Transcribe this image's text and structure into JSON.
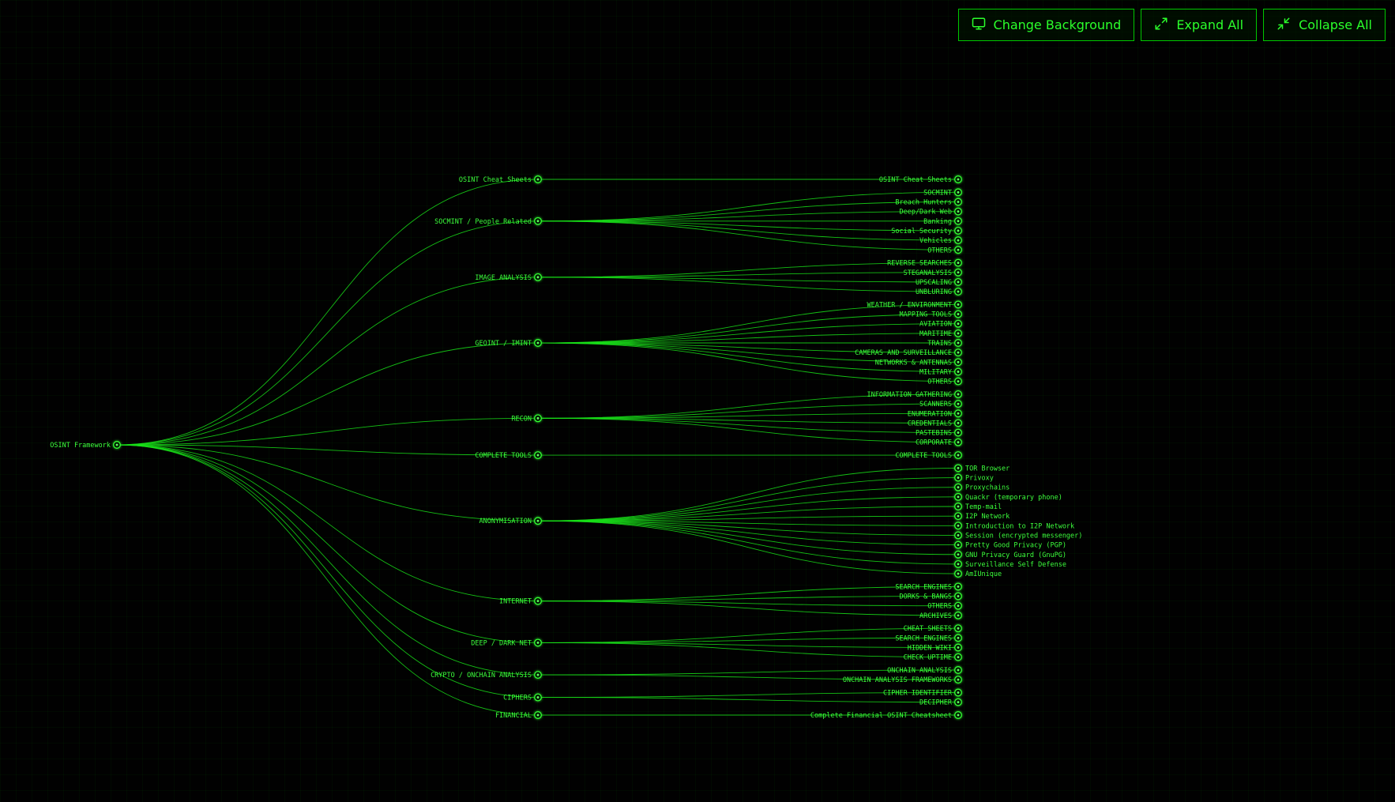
{
  "toolbar": {
    "change_background": "Change Background",
    "expand_all": "Expand All",
    "collapse_all": "Collapse All"
  },
  "colors": {
    "accent": "#00ff00",
    "link": "#19e019",
    "background": "#010101"
  },
  "tree": {
    "root": "OSINT Framework",
    "branches": [
      {
        "label": "OSINT Cheat Sheets",
        "children": [
          "OSINT Cheat Sheets"
        ]
      },
      {
        "label": "SOCMINT / People Related",
        "children": [
          "SOCMINT",
          "Breach Hunters",
          "Deep/Dark Web",
          "Banking",
          "Social Security",
          "Vehicles",
          "OTHERS"
        ]
      },
      {
        "label": "IMAGE ANALYSIS",
        "children": [
          "REVERSE SEARCHES",
          "STEGANALYSIS",
          "UPSCALING",
          "UNBLURING"
        ]
      },
      {
        "label": "GEOINT / IMINT",
        "children": [
          "WEATHER / ENVIRONMENT",
          "MAPPING TOOLS",
          "AVIATION",
          "MARITIME",
          "TRAINS",
          "CAMERAS AND SURVEILLANCE",
          "NETWORKS & ANTENNAS",
          "MILITARY",
          "OTHERS"
        ]
      },
      {
        "label": "RECON",
        "children": [
          "INFORMATION GATHERING",
          "SCANNERS",
          "ENUMERATION",
          "CREDENTIALS",
          "PASTEBINS",
          "CORPORATE"
        ]
      },
      {
        "label": "COMPLETE TOOLS",
        "children": [
          "COMPLETE TOOLS"
        ]
      },
      {
        "label": "ANONYMISATION",
        "leafSide": "right",
        "children": [
          "TOR Browser",
          "Privoxy",
          "Proxychains",
          "Quackr (temporary phone)",
          "Temp-mail",
          "I2P Network",
          "Introduction to I2P Network",
          "Session (encrypted messenger)",
          "Pretty Good Privacy (PGP)",
          "GNU Privacy Guard (GnuPG)",
          "Surveillance Self Defense",
          "AmIUnique"
        ]
      },
      {
        "label": "INTERNET",
        "children": [
          "SEARCH ENGINES",
          "DORKS & BANGS",
          "OTHERS",
          "ARCHIVES"
        ]
      },
      {
        "label": "DEEP / DARK NET",
        "children": [
          "CHEAT SHEETS",
          "SEARCH ENGINES",
          "HIDDEN WIKI",
          "CHECK UPTIME"
        ]
      },
      {
        "label": "CRYPTO / ONCHAIN ANALYSIS",
        "children": [
          "ONCHAIN ANALYSIS",
          "ONCHAIN ANALYSIS FRAMEWORKS"
        ]
      },
      {
        "label": "CIPHERS",
        "children": [
          "CIPHER IDENTIFIER",
          "DECIPHER"
        ]
      },
      {
        "label": "FINANCIAL",
        "children": [
          "Complete Financial OSINT Cheatsheet"
        ]
      }
    ]
  }
}
